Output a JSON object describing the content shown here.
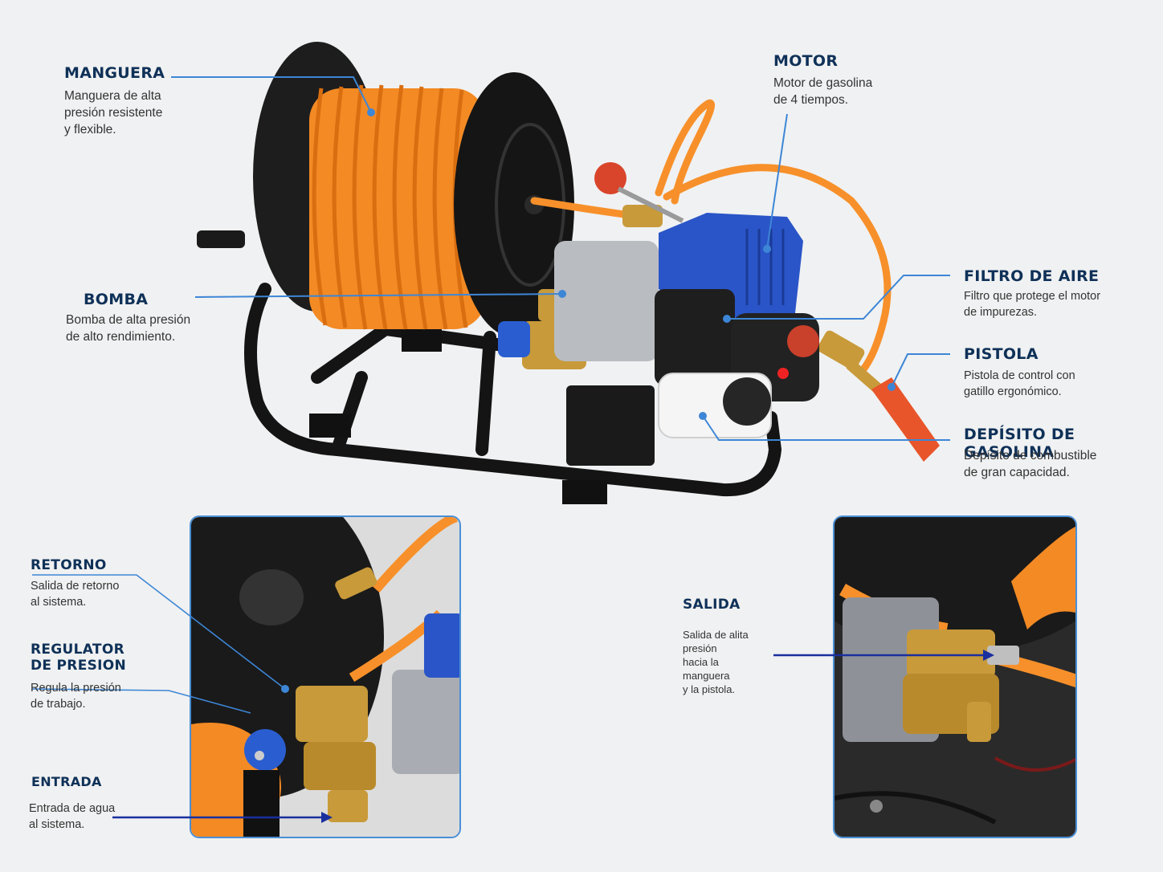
{
  "callouts": {
    "manguera": {
      "title": "MANGUERA",
      "desc": "Manguera de alta\npresión resistente\ny flexible."
    },
    "motor": {
      "title": "MOTOR",
      "desc": "Motor de gasolina\nde 4 tiempos."
    },
    "bomba": {
      "title": "BOMBA",
      "desc": "Bomba de alta presión\nde alto rendimiento."
    },
    "filtro": {
      "title": "FILTRO DE AIRE",
      "desc": "Filtro que protege el motor\nde impurezas."
    },
    "pistola": {
      "title": "PISTOLA",
      "desc": "Pistola de control con\ngatillo ergonómico."
    },
    "deposito": {
      "title": "DEPÍSITO DE GASOLINA",
      "desc": "Depísito de combustible\nde gran capacidad."
    },
    "retorno": {
      "title": "RETORNO",
      "desc": "Salida de retorno\nal sistema."
    },
    "regulator": {
      "title": "REGULATOR\nDE PRESION",
      "desc": "Regula la presión\nde trabajo."
    },
    "entrada": {
      "title": "ENTRADA",
      "desc": "Entrada de agua\nal sistema."
    },
    "salida": {
      "title": "SALIDA",
      "desc": "Salida de alita\npresión\nhacia la\nmanguera\ny la pistola."
    }
  },
  "colors": {
    "title": "#0f3158",
    "leader_line": "#3d86d6",
    "arrow": "#1a2f9e",
    "hose": "#f7902a",
    "motor_blue": "#2a55c8",
    "frame_black": "#141414",
    "brass": "#c89a3a",
    "background": "#f0f1f2"
  }
}
